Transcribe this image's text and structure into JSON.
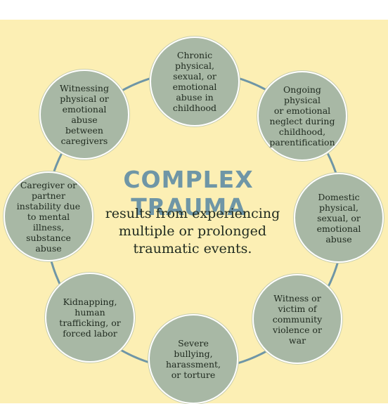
{
  "center": {
    "title": "COMPLEX TRAUMA",
    "subtitle": "results from experiencing\nmultiple or prolonged\ntraumatic events."
  },
  "nodes": [
    {
      "id": "chronic-abuse",
      "label": "Chronic\nphysical,\nsexual, or\nemotional\nabuse in\nchildhood"
    },
    {
      "id": "ongoing-neglect",
      "label": "Ongoing physical\nor emotional\nneglect during\nchildhood,\nparentification"
    },
    {
      "id": "domestic-abuse",
      "label": "Domestic\nphysical,\nsexual, or\nemotional\nabuse"
    },
    {
      "id": "community-violence",
      "label": "Witness or\nvictim of\ncommunity\nviolence or\nwar"
    },
    {
      "id": "bullying",
      "label": "Severe\nbullying,\nharassment,\nor torture"
    },
    {
      "id": "kidnapping",
      "label": "Kidnapping,\nhuman\ntrafficking, or\nforced labor"
    },
    {
      "id": "caregiver-instability",
      "label": "Caregiver or\npartner\ninstability due\nto mental\nillness,\nsubstance\nabuse"
    },
    {
      "id": "witnessing-abuse",
      "label": "Witnessing\nphysical or\nemotional abuse\nbetween\ncaregivers"
    }
  ],
  "colors": {
    "background": "#fcefb4",
    "node_fill": "#a8b8a5",
    "ring_line": "#6f96a6",
    "title": "#6f96a6",
    "text": "#1f2a1f"
  }
}
